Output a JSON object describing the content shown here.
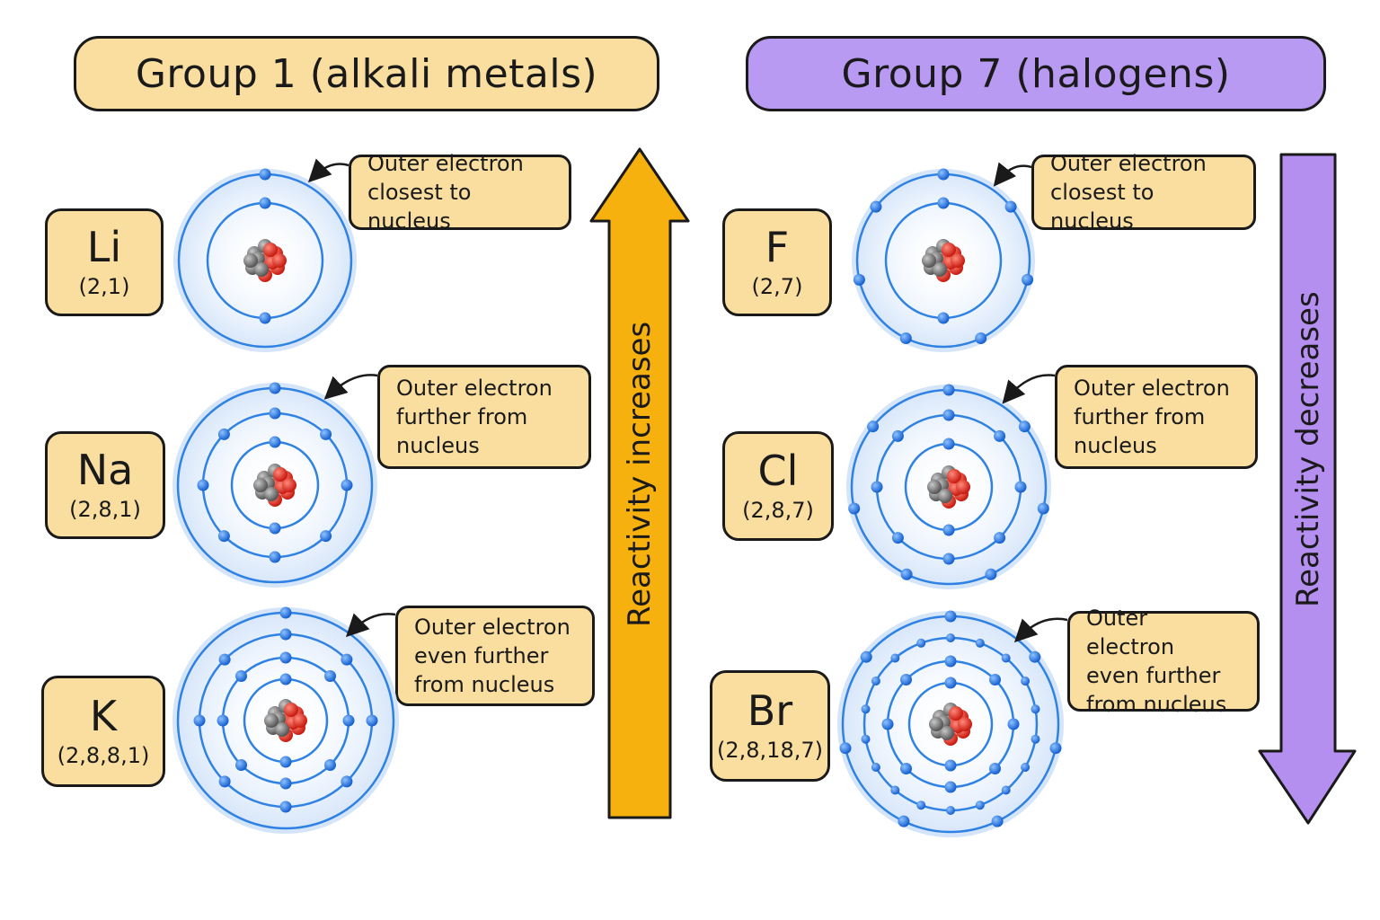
{
  "colors": {
    "group1": "#f9dea0",
    "group7": "#b99af2",
    "group1_arrow": "#f6b10f",
    "group7_arrow": "#b58ff0",
    "shell": "#2f82e4",
    "electron": "#1e6fe0",
    "proton": "#e0281e",
    "neutron": "#7a7a7a"
  },
  "group1": {
    "title": "Group 1 (alkali metals)",
    "arrow_label": "Reactivity increases",
    "arrow_direction": "up",
    "elements": [
      {
        "symbol": "Li",
        "config": "(2,1)",
        "shells": [
          2,
          1
        ],
        "callout": "Outer electron\nclosest to nucleus"
      },
      {
        "symbol": "Na",
        "config": "(2,8,1)",
        "shells": [
          2,
          8,
          1
        ],
        "callout": "Outer electron\nfurther from\nnucleus"
      },
      {
        "symbol": "K",
        "config": "(2,8,8,1)",
        "shells": [
          2,
          8,
          8,
          1
        ],
        "callout": "Outer electron\neven further\nfrom nucleus"
      }
    ]
  },
  "group7": {
    "title": "Group 7 (halogens)",
    "arrow_label": "Reactivity decreases",
    "arrow_direction": "down",
    "elements": [
      {
        "symbol": "F",
        "config": "(2,7)",
        "shells": [
          2,
          7
        ],
        "callout": "Outer electron\nclosest to nucleus"
      },
      {
        "symbol": "Cl",
        "config": "(2,8,7)",
        "shells": [
          2,
          8,
          7
        ],
        "callout": "Outer electron\nfurther from\nnucleus"
      },
      {
        "symbol": "Br",
        "config": "(2,8,18,7)",
        "shells": [
          2,
          8,
          18,
          7
        ],
        "callout": "Outer electron\neven further\nfrom nucleus"
      }
    ]
  }
}
